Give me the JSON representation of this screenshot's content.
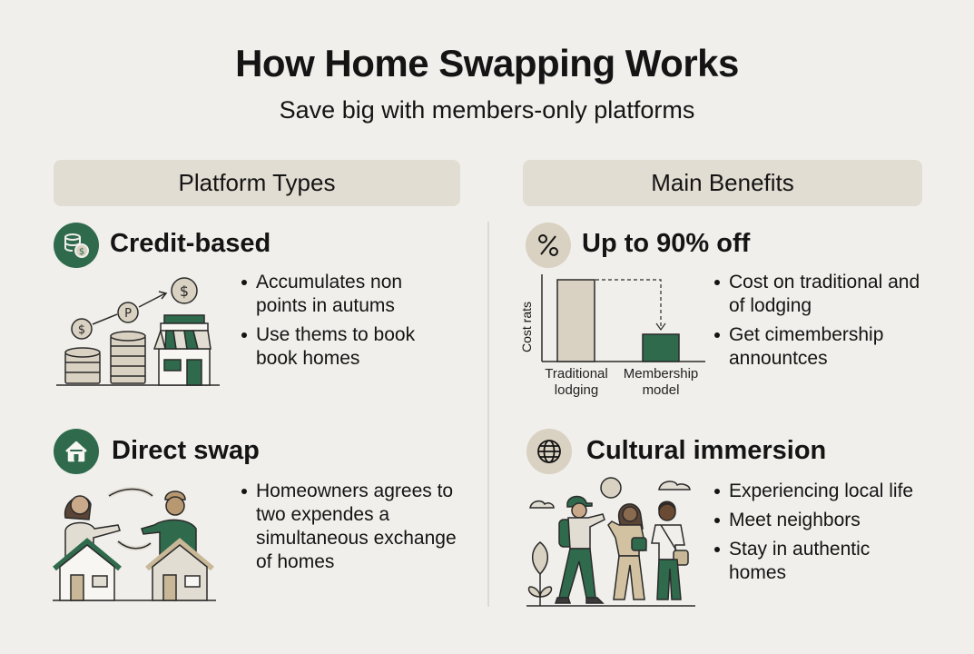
{
  "header": {
    "title": "How Home Swapping Works",
    "subtitle": "Save big with members-only platforms"
  },
  "sections": {
    "left": {
      "label": "Platform Types"
    },
    "right": {
      "label": "Main Benefits"
    }
  },
  "colors": {
    "background": "#f0efeb",
    "header_bar": "#e2ddd2",
    "accent_green": "#2f6a4d",
    "accent_beige": "#d9d1c1",
    "text": "#141414"
  },
  "platform_types": [
    {
      "icon": "coins-dollar-icon",
      "title": "Credit-based",
      "bullets": [
        "Accumulates non points in autums",
        "Use thems to book book homes"
      ]
    },
    {
      "icon": "house-icon",
      "title": "Direct swap",
      "bullets": [
        "Homeowners agrees to two expendes a simultaneous exchange of homes"
      ]
    }
  ],
  "benefits": [
    {
      "icon": "percent-icon",
      "title": "Up to 90% off",
      "bullets": [
        "Cost on traditional and of lodging",
        "Get cimembership annountces"
      ]
    },
    {
      "icon": "globe-icon",
      "title": "Cultural immersion",
      "bullets": [
        "Experiencing local life",
        "Meet neighbors",
        "Stay in authentic homes"
      ]
    }
  ],
  "chart_data": {
    "type": "bar",
    "title": "",
    "categories": [
      "Traditional lodging",
      "Membership model"
    ],
    "values": [
      100,
      30
    ],
    "xlabel": "",
    "ylabel": "Cost rats",
    "ylim": [
      0,
      100
    ],
    "grid": false,
    "annotations": [
      "dashed arrow from Traditional lodging bar top down to Membership model bar"
    ],
    "colors": [
      "#d9d1c1",
      "#2f6a4d"
    ]
  }
}
